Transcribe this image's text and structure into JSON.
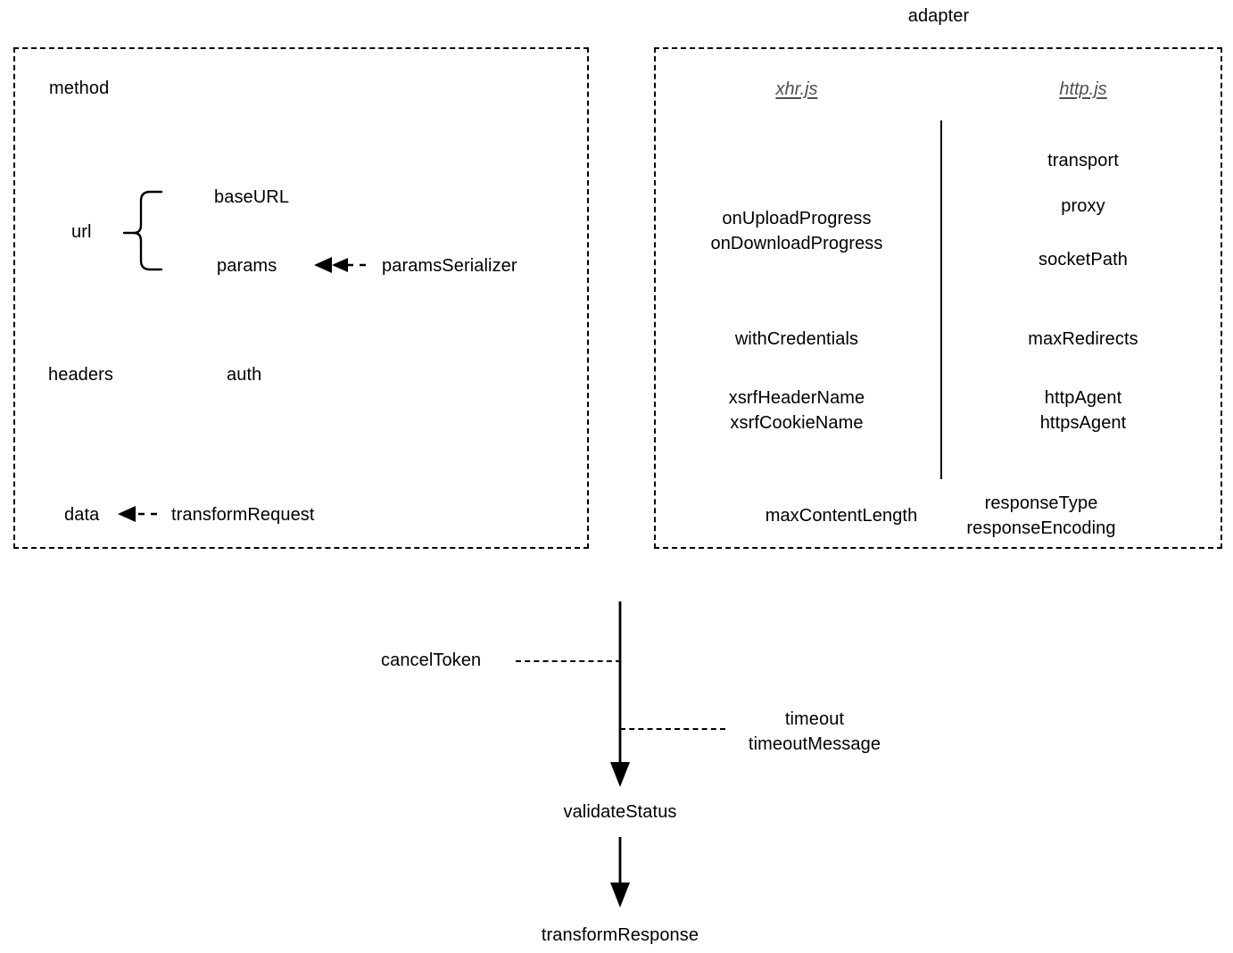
{
  "diagram": {
    "title_label": "adapter",
    "groups": [
      {
        "id": "request-config-box",
        "nodes": [
          {
            "name": "method",
            "label": "method"
          },
          {
            "name": "url",
            "label": "url"
          },
          {
            "name": "baseurl",
            "label": "baseURL"
          },
          {
            "name": "params",
            "label": "params"
          },
          {
            "name": "paramsserializer",
            "label": "paramsSerializer"
          },
          {
            "name": "headers",
            "label": "headers"
          },
          {
            "name": "auth",
            "label": "auth"
          },
          {
            "name": "data",
            "label": "data"
          },
          {
            "name": "transformrequest",
            "label": "transformRequest"
          }
        ]
      },
      {
        "id": "adapter-box",
        "columns": [
          {
            "file_label": "xhr.js",
            "items": [
              "onUploadProgress",
              "onDownloadProgress",
              "withCredentials",
              "xsrfHeaderName",
              "xsrfCookieName",
              "maxContentLength"
            ]
          },
          {
            "file_label": "http.js",
            "items": [
              "transport",
              "proxy",
              "socketPath",
              "maxRedirects",
              "httpAgent",
              "httpsAgent",
              "responseType",
              "responseEncoding"
            ]
          }
        ]
      }
    ],
    "flow": {
      "side_labels": [
        {
          "name": "cancel-token",
          "label": "cancelToken"
        },
        {
          "name": "timeout",
          "label": "timeout"
        },
        {
          "name": "timeout-message",
          "label": "timeoutMessage"
        }
      ],
      "steps": [
        {
          "name": "validate-status",
          "label": "validateStatus"
        },
        {
          "name": "transform-response",
          "label": "transformResponse"
        }
      ]
    },
    "adapter_labels": {
      "xhr": "xhr.js",
      "http": "http.js",
      "on_upload_progress": "onUploadProgress",
      "on_download_progress": "onDownloadProgress",
      "with_credentials": "withCredentials",
      "xsrf_header_name": "xsrfHeaderName",
      "xsrf_cookie_name": "xsrfCookieName",
      "max_content_length": "maxContentLength",
      "transport": "transport",
      "proxy": "proxy",
      "socket_path": "socketPath",
      "max_redirects": "maxRedirects",
      "http_agent": "httpAgent",
      "https_agent": "httpsAgent",
      "response_type": "responseType",
      "response_encoding": "responseEncoding"
    },
    "config_labels": {
      "method": "method",
      "url": "url",
      "base_url": "baseURL",
      "params": "params",
      "params_serializer": "paramsSerializer",
      "headers": "headers",
      "auth": "auth",
      "data": "data",
      "transform_request": "transformRequest"
    },
    "flow_labels": {
      "cancel_token": "cancelToken",
      "timeout": "timeout",
      "timeout_message": "timeoutMessage",
      "validate_status": "validateStatus",
      "transform_response": "transformResponse"
    },
    "colors": {
      "stroke": "#000000",
      "file_label": "#4f4f4f",
      "background": "#ffffff"
    }
  }
}
